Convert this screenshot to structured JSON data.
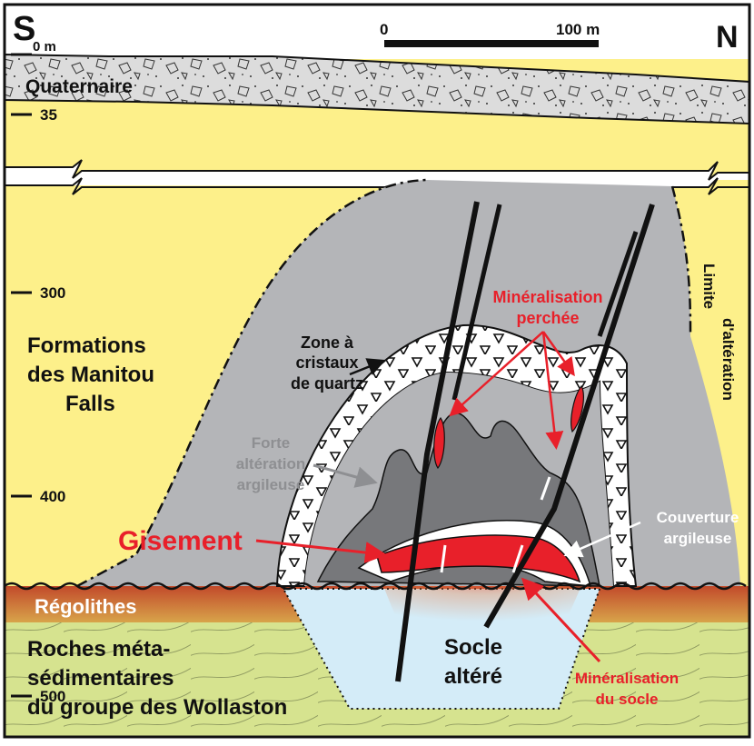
{
  "compass": {
    "south": "S",
    "north": "N"
  },
  "scale_bar": {
    "start": "0",
    "end": "100 m"
  },
  "depth_ticks": {
    "d0": "0 m",
    "d35": "35",
    "d300": "300",
    "d400": "400",
    "d500": "500"
  },
  "units": {
    "quaternary": "Quaternaire",
    "formation_line1": "Formations",
    "formation_line2": "des Manitou",
    "formation_line3": "Falls",
    "regolith": "Régolithes",
    "basement_line1": "Roches méta-",
    "basement_line2": "sédimentaires",
    "basement_line3": "du groupe des Wollaston"
  },
  "labels": {
    "quartz_line1": "Zone à",
    "quartz_line2": "cristaux",
    "quartz_line3": "de quartz",
    "clay_line1": "Forte",
    "clay_line2": "altération",
    "clay_line3": "argileuse",
    "perched_line1": "Minéralisation",
    "perched_line2": "perchée",
    "alteration_limit_line1": "Limite",
    "alteration_limit_line2": "d'altération",
    "deposit": "Gisement",
    "cover_line1": "Couverture",
    "cover_line2": "argileuse",
    "altered_line1": "Socle",
    "altered_line2": "altéré",
    "basement_min_line1": "Minéralisation",
    "basement_min_line2": "du socle"
  },
  "colors": {
    "sandstone": "#fdf08a",
    "quaternary": "#dcdcdc",
    "alteration_halo": "#b4b5b8",
    "strong_clay": "#77787b",
    "ore": "#e8202a",
    "regolith": "#c9602f",
    "basement": "#d6e38f",
    "altered_basement": "#d4ecf8",
    "label_red": "#e8202a",
    "label_grey": "#8e8f92"
  }
}
